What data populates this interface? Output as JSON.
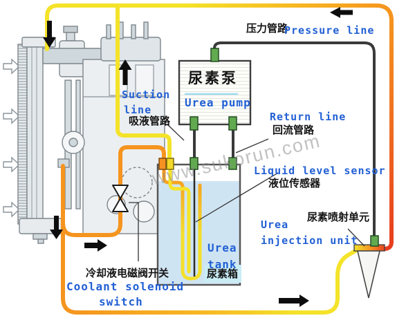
{
  "watermark": "www.sukorun.com",
  "labels": {
    "pressure_line": {
      "zh": "压力管路",
      "en": "Pressure line"
    },
    "suction_line": {
      "en1": "Suction",
      "en2": "line",
      "zh": "吸液管路"
    },
    "return_line": {
      "en": "Return line",
      "zh": "回流管路"
    },
    "liquid_level_sensor": {
      "en": "Liquid level sensor",
      "zh": "液位传感器"
    },
    "urea_pump": {
      "zh": "尿素泵",
      "en": "Urea pump"
    },
    "urea_tank": {
      "en1": "Urea",
      "en2": "tank",
      "zh": "尿素箱"
    },
    "urea_injection_unit": {
      "zh": "尿素喷射单元",
      "en1": "Urea",
      "en2": "injection unit"
    },
    "coolant_solenoid_switch": {
      "zh": "冷却液电磁阀开关",
      "en1": "Coolant solenoid",
      "en2": "switch"
    }
  },
  "colors": {
    "label_blue": "#2260d4",
    "pipe_yellow": "#f4e32a",
    "pipe_orange": "#f5941e",
    "pipe_red": "#e73c1e",
    "connector_green": "#62aa50",
    "tank_liquid": "#cfe4f3",
    "flow_line_black": "#3a3a3a"
  }
}
